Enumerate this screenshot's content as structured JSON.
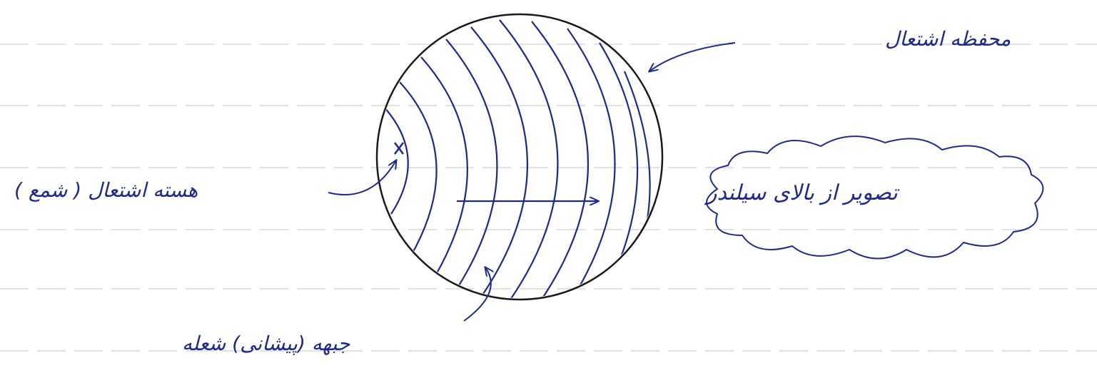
{
  "diagram": {
    "labels": {
      "combustion_chamber": "محفظه اشتعال",
      "ignition_core": "هسته اشتعال ( شمع )",
      "flame_front": "جبهه (پیشانی) شعله",
      "view_from_top": "تصویر از بالای سیلندر"
    },
    "core_marker": "x"
  },
  "colors": {
    "ink": "#1f2a8a",
    "outline": "#1a1a1a",
    "paper_lines": "#d8d8d8"
  }
}
